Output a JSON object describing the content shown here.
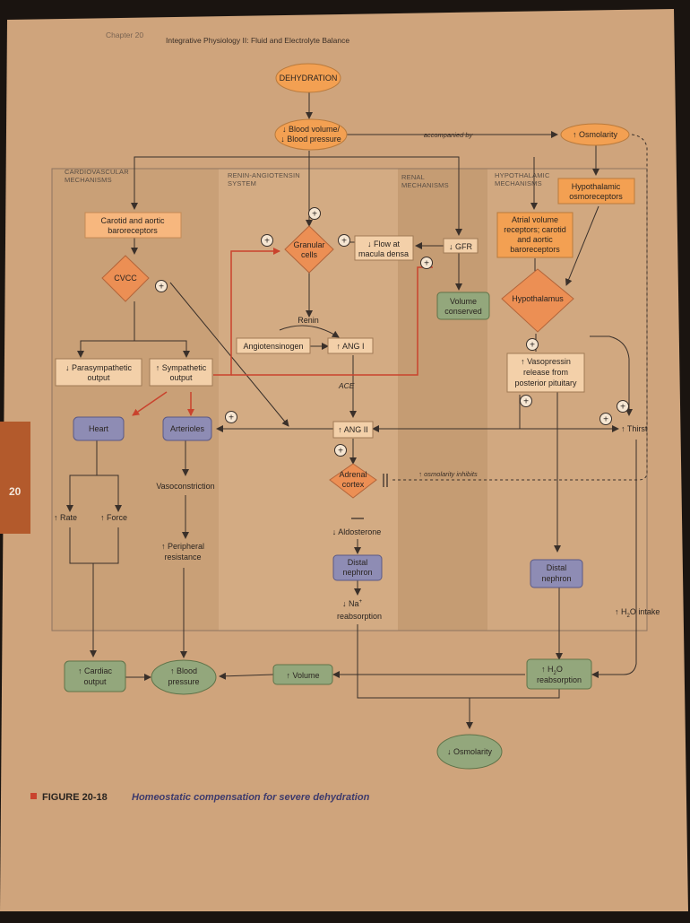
{
  "header": {
    "chapter": "Chapter 20",
    "title": "Integrative Physiology II: Fluid and Electrolyte Balance"
  },
  "tab": {
    "number": "20"
  },
  "sections": {
    "cardio": [
      "CARDIOVASCULAR",
      "MECHANISMS"
    ],
    "raas": [
      "RENIN-ANGIOTENSIN",
      "SYSTEM"
    ],
    "renal": [
      "RENAL",
      "MECHANISMS"
    ],
    "hypo": [
      "HYPOTHALAMIC",
      "MECHANISMS"
    ]
  },
  "nodes": {
    "dehydration": "DEHYDRATION",
    "blood_volume": [
      "↓ Blood volume/",
      "↓ Blood pressure"
    ],
    "accompanied": "accompanied by",
    "osmolarity_up": "↑ Osmolarity",
    "hypo_osmo": [
      "Hypothalamic",
      "osmoreceptors"
    ],
    "carotid": [
      "Carotid and aortic",
      "baroreceptors"
    ],
    "granular": [
      "Granular",
      "cells"
    ],
    "flow": [
      "↓ Flow at",
      "macula densa"
    ],
    "gfr": "↓ GFR",
    "atrial": [
      "Atrial volume",
      "receptors; carotid",
      "and aortic",
      "baroreceptors"
    ],
    "cvcc": "CVCC",
    "volume_conserved": [
      "Volume",
      "conserved"
    ],
    "hypothalamus": "Hypothalamus",
    "renin": "Renin",
    "angiotensinogen": "Angiotensinogen",
    "ang1": "↑ ANG I",
    "parasym": [
      "↓ Parasympathetic",
      "output"
    ],
    "sym": [
      "↑ Sympathetic",
      "output"
    ],
    "ace": "ACE",
    "vasopressin": [
      "↑ Vasopressin",
      "release from",
      "posterior pituitary"
    ],
    "heart": "Heart",
    "arterioles": "Arterioles",
    "ang2": "↑ ANG II",
    "thirst": "↑ Thirst",
    "adrenal": [
      "Adrenal",
      "cortex"
    ],
    "osmo_inhibits": "↑ osmolarity inhibits",
    "vasoconstriction": "Vasoconstriction",
    "rate": "↑ Rate",
    "force": "↑ Force",
    "aldosterone": "↓ Aldosterone",
    "peripheral": [
      "↑ Peripheral",
      "resistance"
    ],
    "distal1": [
      "Distal",
      "nephron"
    ],
    "distal2": [
      "Distal",
      "nephron"
    ],
    "na": [
      "↓ Na",
      "+",
      "reabsorption"
    ],
    "h2o_intake": [
      "↑ H",
      "2",
      "O intake"
    ],
    "cardiac_output": [
      "↑ Cardiac",
      "output"
    ],
    "blood_pressure": [
      "↑ Blood",
      "pressure"
    ],
    "volume": "↑ Volume",
    "h2o_reabs": [
      "↑ H",
      "2",
      "O",
      "reabsorption"
    ],
    "osmolarity_down": "↓ Osmolarity",
    "plus": "+"
  },
  "caption": {
    "label": "FIGURE 20-18",
    "text": "Homeostatic compensation for severe dehydration"
  },
  "colors": {
    "page": "#cfa47c",
    "band_a": "#c49b72",
    "band_b": "#d2a981",
    "orange": "#f3a052",
    "pale_orange": "#f7b77e",
    "diamond": "#ec8f54",
    "purple": "#8e8cb4",
    "green": "#93a77c",
    "red": "#c9432d",
    "line": "#3a302a"
  }
}
